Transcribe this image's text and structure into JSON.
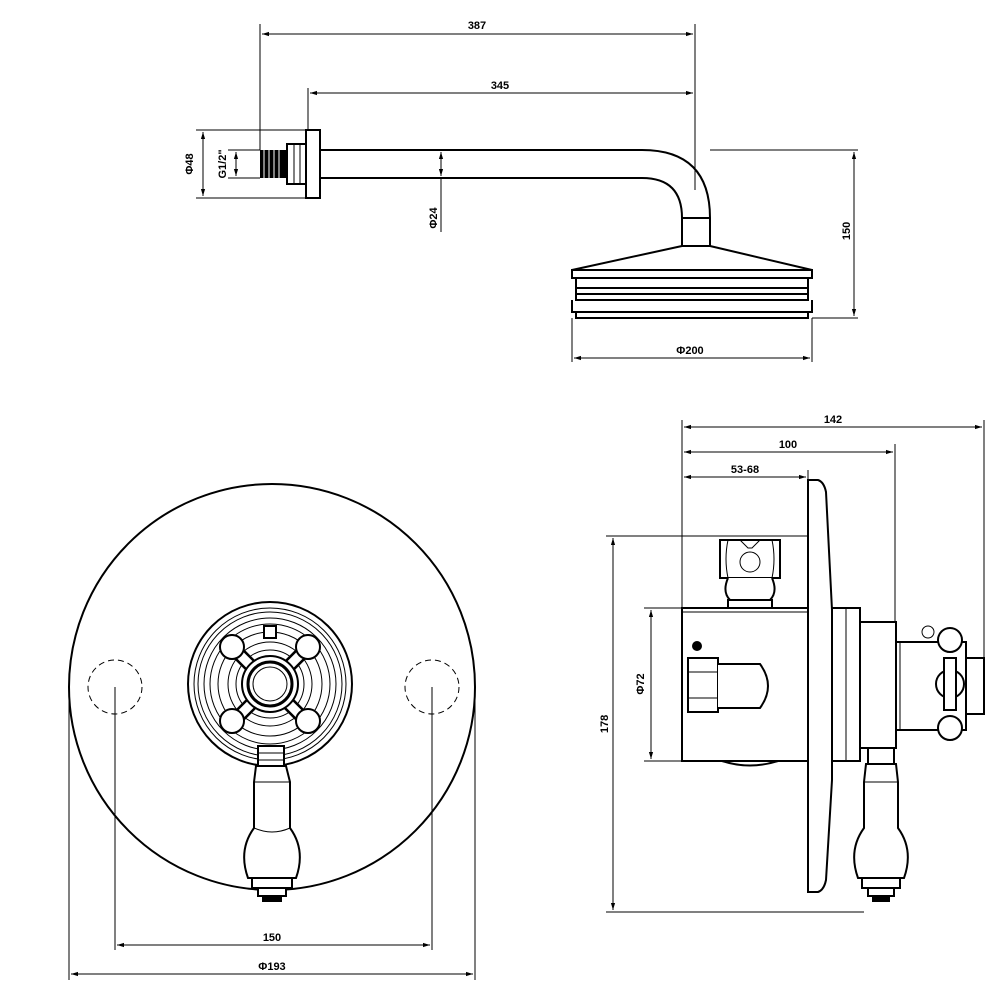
{
  "dimensions": {
    "arm_total": "387",
    "arm_reach": "345",
    "wall_flange_dia": "Φ48",
    "thread": "G1/2\"",
    "arm_dia": "Φ24",
    "head_drop": "150",
    "head_dia": "Φ200",
    "valve_depth_total": "142",
    "valve_depth_body": "100",
    "wall_depth_range": "53-68",
    "valve_height": "178",
    "valve_body_dia": "Φ72",
    "hole_spacing": "150",
    "plate_dia": "Φ193"
  }
}
